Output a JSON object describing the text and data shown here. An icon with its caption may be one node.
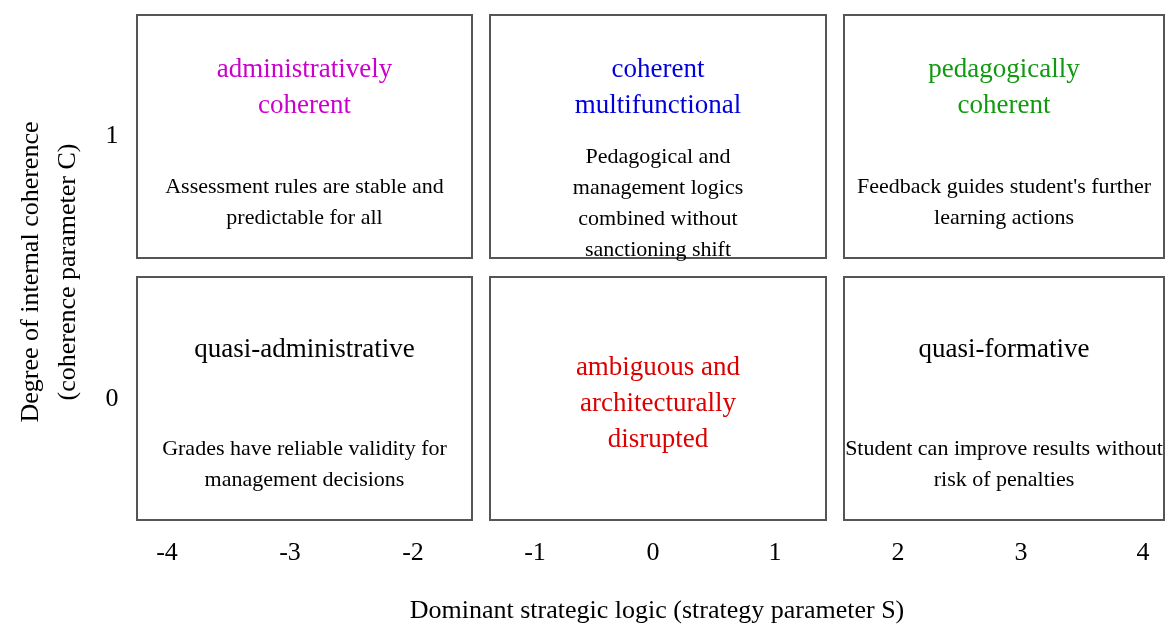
{
  "diagram": {
    "nodes": [
      {
        "text": [
          "administratively coherent",
          "Assessment rules are stable and predictable for all"
        ]
      },
      {
        "text": [
          "coherent multifunctional",
          "Pedagogical and management logics combined without sanctioning shift"
        ]
      },
      {
        "text": [
          "pedagogically coherent",
          "Feedback guides student's further learning actions"
        ]
      },
      {
        "text": [
          "quasi-administrative",
          "Grades have reliable validity for management decisions"
        ]
      },
      {
        "text": [
          "ambiguous and architecturally disrupted"
        ]
      },
      {
        "text": [
          "quasi-formative",
          "Student can improve results without risk of penalties"
        ]
      }
    ],
    "labels": [
      "Degree of internal coherence",
      "(coherence parameter C)",
      "1",
      "0",
      "-4",
      "-3",
      "-2",
      "-1",
      "0",
      "1",
      "2",
      "3",
      "4",
      "Dominant strategic logic (strategy parameter S)"
    ]
  }
}
